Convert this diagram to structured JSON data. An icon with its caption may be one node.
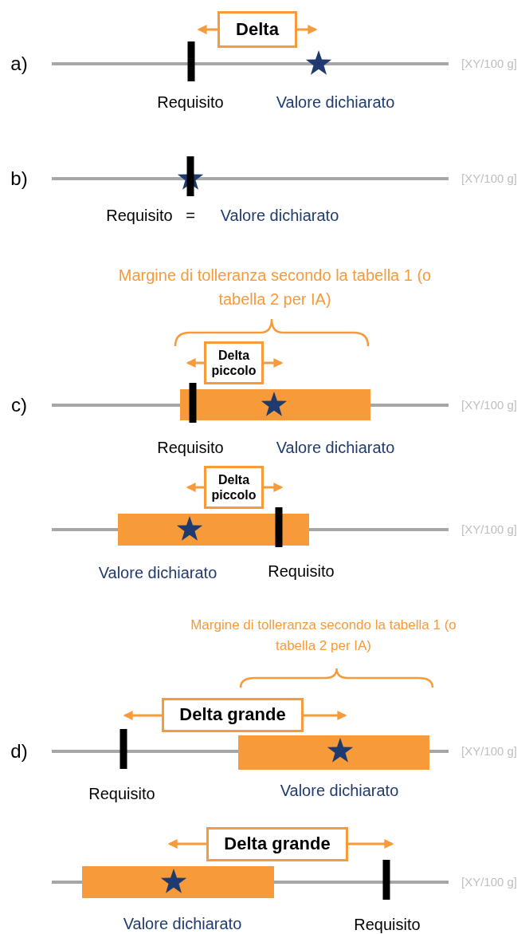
{
  "diagram": {
    "nodes": [
      {
        "text": [
          "Delta"
        ]
      },
      {
        "text": [
          "Delta piccolo"
        ]
      },
      {
        "text": [],
        "shape": "bar"
      },
      {
        "text": [
          "Delta piccolo"
        ]
      },
      {
        "text": [],
        "shape": "bar"
      },
      {
        "text": [
          "Delta grande"
        ]
      },
      {
        "text": [],
        "shape": "bar"
      },
      {
        "text": [
          "Delta grande"
        ]
      },
      {
        "text": [],
        "shape": "bar"
      }
    ],
    "labels": [
      "a)",
      "[XY/100 g]",
      "Requisito",
      "Valore dichiarato",
      "b)",
      "[XY/100 g]",
      "Requisito",
      "=",
      "Valore dichiarato",
      "Margine di tolleranza secondo la tabella 1 (o tabella 2 per IA)",
      "c)",
      "[XY/100 g]",
      "Requisito",
      "Valore dichiarato",
      "[XY/100 g]",
      "Valore dichiarato",
      "Requisito",
      "Margine di tolleranza secondo la tabella 1 (o tabella 2 per IA)",
      "d)",
      "[XY/100 g]",
      "Requisito",
      "Valore dichiarato",
      "[XY/100 g]",
      "Valore dichiarato",
      "Requisito"
    ]
  }
}
